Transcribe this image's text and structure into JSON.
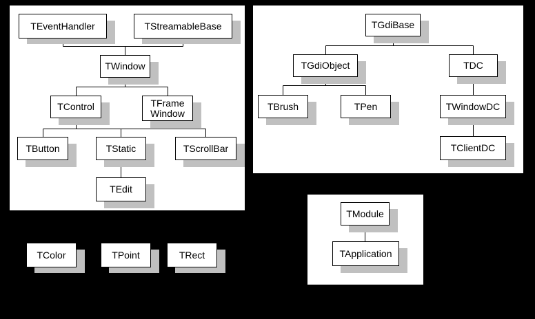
{
  "nodes": {
    "teventhandler": "TEventHandler",
    "tstreamablebase": "TStreamableBase",
    "twindow": "TWindow",
    "tcontrol": "TControl",
    "tframewindow": "TFrame\nWindow",
    "tbutton": "TButton",
    "tstatic": "TStatic",
    "tscrollbar": "TScrollBar",
    "tedit": "TEdit",
    "tgdibase": "TGdiBase",
    "tgdiobject": "TGdiObject",
    "tdc": "TDC",
    "tbrush": "TBrush",
    "tpen": "TPen",
    "twindowdc": "TWindowDC",
    "tclientdc": "TClientDC",
    "tmodule": "TModule",
    "tapplication": "TApplication",
    "tcolor": "TColor",
    "tpoint": "TPoint",
    "trect": "TRect"
  },
  "colors": {
    "background": "#000000",
    "panel": "#ffffff",
    "box_border": "#000000",
    "shadow": "#c0c0c0",
    "connector": "#000000"
  }
}
